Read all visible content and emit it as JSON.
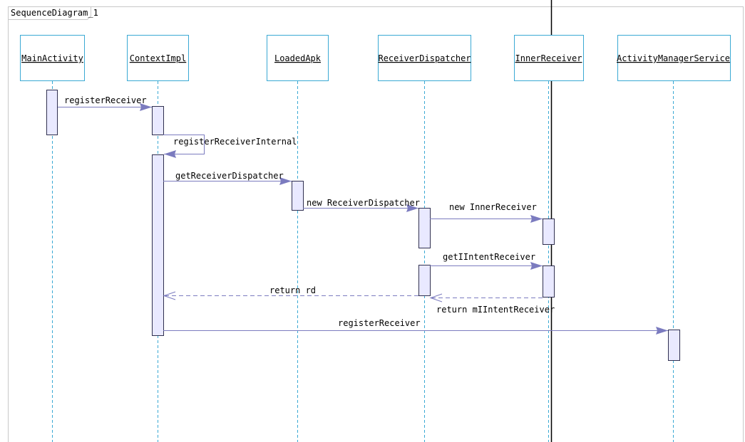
{
  "diagram": {
    "title": "SequenceDiagram_1",
    "colors": {
      "box_border": "#3aa9d4",
      "box_fill": "#ffffff",
      "activation_fill": "#e9e9ff",
      "activation_border": "#303050",
      "message_line": "#7b7bbf",
      "arrowhead": "#7b7bbf",
      "lifeline": "#3aa9d4",
      "frame": "#c8c8c8"
    },
    "participants": [
      {
        "id": "mainactivity",
        "label": "MainActivity"
      },
      {
        "id": "contextimpl",
        "label": "ContextImpl"
      },
      {
        "id": "loadedapk",
        "label": "LoadedApk"
      },
      {
        "id": "receiverdispatcher",
        "label": "ReceiverDispatcher"
      },
      {
        "id": "innerreceiver",
        "label": "InnerReceiver"
      },
      {
        "id": "ams",
        "label": "ActivityManagerService"
      }
    ],
    "messages": [
      {
        "id": "m1",
        "from": "mainactivity",
        "to": "contextimpl",
        "label": "registerReceiver",
        "kind": "sync"
      },
      {
        "id": "m2",
        "from": "contextimpl",
        "to": "contextimpl",
        "label": "registerReceiverInternal",
        "kind": "self"
      },
      {
        "id": "m3",
        "from": "contextimpl",
        "to": "loadedapk",
        "label": "getReceiverDispatcher",
        "kind": "sync"
      },
      {
        "id": "m4",
        "from": "loadedapk",
        "to": "receiverdispatcher",
        "label": "new ReceiverDispatcher",
        "kind": "sync"
      },
      {
        "id": "m5",
        "from": "receiverdispatcher",
        "to": "innerreceiver",
        "label": "new InnerReceiver",
        "kind": "sync"
      },
      {
        "id": "m6",
        "from": "receiverdispatcher",
        "to": "innerreceiver",
        "label": "getIIntentReceiver",
        "kind": "sync"
      },
      {
        "id": "m7",
        "from": "innerreceiver",
        "to": "receiverdispatcher",
        "label": "return mIIntentReceiver",
        "kind": "return"
      },
      {
        "id": "m8",
        "from": "receiverdispatcher",
        "to": "contextimpl",
        "label": "return rd",
        "kind": "return"
      },
      {
        "id": "m9",
        "from": "contextimpl",
        "to": "ams",
        "label": "registerReceiver",
        "kind": "sync"
      }
    ]
  }
}
